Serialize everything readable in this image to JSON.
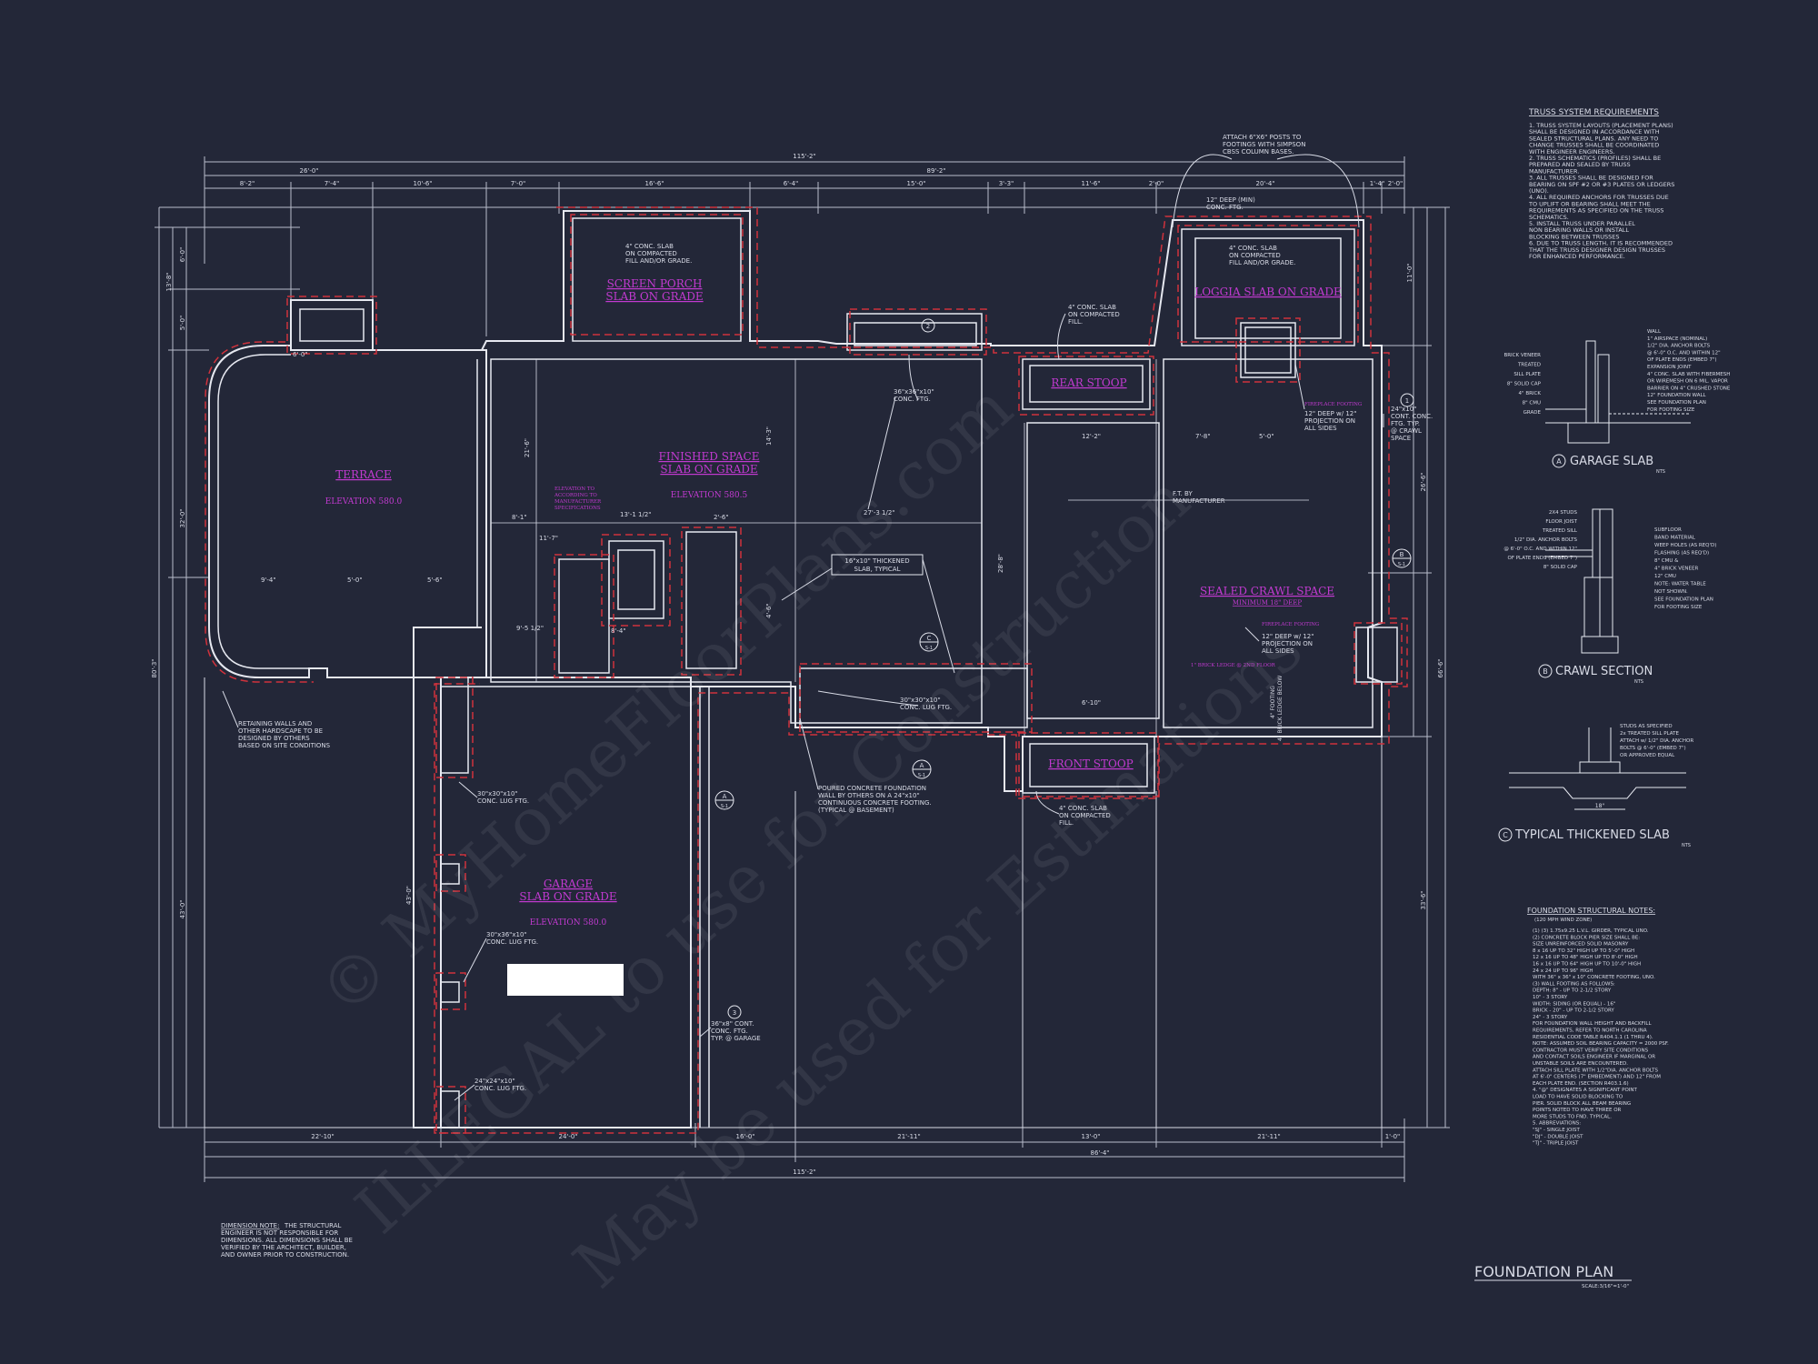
{
  "plan": {
    "title": "FOUNDATION PLAN",
    "scale": "SCALE:3/16\"=1'-0\""
  },
  "rooms": {
    "terrace": "TERRACE",
    "terrace_elev": "ELEVATION 580.0",
    "screen_porch_1": "SCREEN PORCH",
    "screen_porch_2": "SLAB ON GRADE",
    "finished_1": "FINISHED SPACE",
    "finished_2": "SLAB ON GRADE",
    "finished_elev": "ELEVATION 580.5",
    "loggia": "LOGGIA SLAB ON GRADE",
    "rear_stoop": "REAR STOOP",
    "crawl_1": "SEALED CRAWL SPACE",
    "crawl_2": "MINIMUM 18\" DEEP",
    "garage_1": "GARAGE",
    "garage_2": "SLAB ON GRADE",
    "garage_elev": "ELEVATION 580.0",
    "front_stoop": "FRONT STOOP"
  },
  "notes": {
    "conc_slab_1": "4\" CONC. SLAB",
    "conc_slab_2": "ON COMPACTED",
    "conc_slab_3": "FILL AND/OR GRADE.",
    "loggia_slab_1": "4\" CONC. SLAB",
    "loggia_slab_2": "ON COMPACTED",
    "loggia_slab_3": "FILL AND/OR GRADE.",
    "rear_slab_1": "4\" CONC. SLAB",
    "rear_slab_2": "ON COMPACTED",
    "rear_slab_3": "FILL.",
    "attach_1": "ATTACH 6\"X6\" POSTS TO",
    "attach_2": "FOOTINGS WITH SIMPSON",
    "attach_3": "CBSS COLUMN BASES.",
    "deep_1": "12\" DEEP (MIN)",
    "deep_2": "CONC. FTG.",
    "ftg_center_1": "36\"x36\"x10\"",
    "ftg_center_2": "CONC. FTG.",
    "fireplace": "FIREPLACE FOOTING",
    "proj_1": "12\" DEEP w/ 12\"",
    "proj_2": "PROJECTION ON",
    "proj_3": "ALL SIDES",
    "cont_1": "24\"x10\"",
    "cont_2": "CONT. CONC.",
    "cont_3": "FTG. TYP.",
    "cont_4": "@ CRAWL",
    "cont_5": "SPACE",
    "ft_by_1": "F.T. BY",
    "ft_by_2": "MANUFACTURER",
    "thick_1": "16\"x10\" THICKENED",
    "thick_2": "SLAB, TYPICAL",
    "fp2": "FIREPLACE FOOTING",
    "proj2_1": "12\" DEEP w/ 12\"",
    "proj2_2": "PROJECTION ON",
    "proj2_3": "ALL SIDES",
    "lug_c_1": "30\"x30\"x10\"",
    "lug_c_2": "CONC. LUG FTG.",
    "poured_1": "POURED CONCRETE FOUNDATION",
    "poured_2": "WALL BY OTHERS ON A 24\"x10\"",
    "poured_3": "CONTINUOUS CONCRETE FOOTING.",
    "poured_4": "(TYPICAL @ BASEMENT)",
    "front_slab_1": "4\" CONC. SLAB",
    "front_slab_2": "ON COMPACTED",
    "front_slab_3": "FILL.",
    "retain_1": "RETAINING WALLS AND",
    "retain_2": "OTHER HARDSCAPE TO BE",
    "retain_3": "DESIGNED BY OTHERS",
    "retain_4": "BASED ON SITE CONDITIONS",
    "lug1_1": "30\"x30\"x10\"",
    "lug1_2": "CONC. LUG FTG.",
    "lug2_1": "30\"x36\"x10\"",
    "lug2_2": "CONC. LUG FTG.",
    "lug3_1": "24\"x24\"x10\"",
    "lug3_2": "CONC. LUG FTG.",
    "gar_1": "36\"x8\" CONT.",
    "gar_2": "CONC. FTG.",
    "gar_3": "TYP. @ GARAGE",
    "elev_mag_1": "ELEVATION TO",
    "elev_mag_2": "ACCORDING TO",
    "elev_mag_3": "MANUFACTURER",
    "elev_mag_4": "SPECIFICATIONS",
    "brick_ledge": "1\" BRICK LEDGE @ 2ND FLOOR",
    "side_1": "4\" FOOTING",
    "side_2": "4\" BRICK LEDGE BELOW"
  },
  "dims": {
    "overall": "115'-2\"",
    "top_a": "26'-0\"",
    "top_b": "89'-2\"",
    "seg_1": "8'-2\"",
    "seg_2": "7'-4\"",
    "seg_3": "10'-6\"",
    "seg_4": "7'-0\"",
    "seg_5": "16'-6\"",
    "seg_6": "6'-4\"",
    "seg_7": "15'-0\"",
    "seg_8": "3'-3\"",
    "seg_9": "11'-6\"",
    "seg_10": "2'-0\"",
    "seg_11": "20'-4\"",
    "seg_12": "1'-4\"",
    "seg_13": "2'-0\"",
    "bot_1": "22'-10\"",
    "bot_2": "24'-0\"",
    "bot_3": "16'-0\"",
    "bot_4": "21'-11\"",
    "bot_5": "13'-0\"",
    "bot_6": "21'-11\"",
    "bot_7": "1'-0\"",
    "bot_overall_a": "86'-4\"",
    "bot_overall_b": "115'-2\"",
    "left_overall": "80'-3\"",
    "left_1": "6'-0\"",
    "left_2": "13'-8\"",
    "left_3": "5'-0\"",
    "left_4": "32'-0\"",
    "left_5": "43'-0\"",
    "right_overall": "66'-6\"",
    "right_1": "11'-0\"",
    "right_2": "26'-6\"",
    "right_3": "33'-6\"",
    "in_1": "21'-6\"",
    "in_2": "27'-3 1/2\"",
    "in_3": "13'-1 1/2\"",
    "in_4": "8'-1\"",
    "in_5": "2'-6\"",
    "in_6": "11'-7\"",
    "in_7": "9'-5 1/2\"",
    "in_8": "8'-4\"",
    "in_9": "6'-10\"",
    "in_10": "12'-2\"",
    "in_11": "7'-8\"",
    "in_12": "5'-0\"",
    "in_13": "6'-0\"",
    "in_14": "9'-4\"",
    "in_15": "5'-0\"",
    "in_16": "5'-6\"",
    "in_17": "28'-8\"",
    "in_18": "43'-0\"",
    "in_19": "14'-3\"",
    "in_20": "4'-6\""
  },
  "truss": {
    "title": "TRUSS SYSTEM REQUIREMENTS",
    "lines": [
      "1. TRUSS SYSTEM LAYOUTS (PLACEMENT PLANS)",
      "SHALL BE DESIGNED IN ACCORDANCE WITH",
      "SEALED STRUCTURAL PLANS. ANY NEED TO",
      "CHANGE TRUSSES SHALL BE COORDINATED",
      "WITH ENGINEER ENGINEERS.",
      "2. TRUSS SCHEMATICS (PROFILES) SHALL BE",
      "PREPARED AND SEALED BY TRUSS",
      "MANUFACTURER.",
      "3. ALL TRUSSES SHALL BE DESIGNED FOR",
      "BEARING ON SPF #2 OR #3 PLATES OR LEDGERS",
      "(UNO).",
      "4. ALL REQUIRED ANCHORS FOR TRUSSES DUE",
      "TO UPLIFT OR BEARING SHALL MEET THE",
      "REQUIREMENTS AS SPECIFIED ON THE TRUSS",
      "SCHEMATICS.",
      "5. INSTALL TRUSS UNDER PARALLEL",
      "NON BEARING WALLS OR INSTALL",
      "BLOCKING BETWEEN TRUSSES",
      "6. DUE TO TRUSS LENGTH, IT IS RECOMMENDED",
      "THAT THE TRUSS DESIGNER DESIGN TRUSSES",
      "FOR ENHANCED PERFORMANCE."
    ]
  },
  "details": {
    "a_title": "GARAGE SLAB",
    "a_letter": "A",
    "a_nts": "NTS",
    "a_left": [
      "BRICK VENEER",
      "TREATED",
      "SILL PLATE",
      "8\" SOLID CAP",
      "4\" BRICK",
      "8\" CMU",
      "GRADE"
    ],
    "a_right": [
      "WALL",
      "1\" AIRSPACE (NOMINAL)",
      "1/2\" DIA. ANCHOR BOLTS",
      "@ 6'-0\" O.C. AND WITHIN 12\"",
      "OF PLATE ENDS (EMBED 7\")",
      "EXPANSION JOINT",
      "4\" CONC. SLAB WITH FIBERMESH",
      "OR WIREMESH ON 6 MIL. VAPOR",
      "BARRIER ON 4\" CRUSHED STONE",
      "12\" FOUNDATION WALL",
      "SEE FOUNDATION PLAN",
      "FOR FOOTING SIZE"
    ],
    "b_title": "CRAWL SECTION",
    "b_letter": "B",
    "b_nts": "NTS",
    "b_left": [
      "2X4 STUDS",
      "FLOOR JOIST",
      "TREATED SILL",
      "1/2\" DIA. ANCHOR BOLTS",
      "@ 6'-0\" O.C. AND WITHIN 12\"",
      "OF PLATE ENDS (EMBED 7\")",
      "8\" SOLID CAP"
    ],
    "b_right": [
      "SUBFLOOR",
      "BAND MATERIAL",
      "WEEP HOLES (AS REQ'D)",
      "FLASHING (AS REQ'D)",
      "8\" CMU &",
      "4\" BRICK VENEER",
      "12\" CMU",
      "NOTE: WATER TABLE",
      "NOT SHOWN.",
      "SEE FOUNDATION PLAN",
      "FOR FOOTING SIZE"
    ],
    "c_title": "TYPICAL THICKENED SLAB",
    "c_letter": "C",
    "c_nts": "NTS",
    "c_right": [
      "STUDS AS SPECIFIED",
      "2x TREATED SILL PLATE",
      "ATTACH w/ 1/2\" DIA. ANCHOR",
      "BOLTS @ 6'-0\" (EMBED 7\")",
      "OR APPROVED EQUAL"
    ],
    "c_dim": "18\""
  },
  "structural": {
    "title": "FOUNDATION STRUCTURAL NOTES:",
    "sub": "(120 MPH WIND ZONE)",
    "lines": [
      "(1) (3) 1.75x9.25 L.V.L. GIRDER, TYPICAL UNO.",
      "(2) CONCRETE BLOCK PIER SIZE SHALL BE:",
      "SIZE  UNREINFORCED SOLID MASONRY",
      "8 x 16   UP TO 32\" HIGH   UP TO 5'-0\" HIGH",
      "12 x 16  UP TO 48\" HIGH   UP TO 8'-0\" HIGH",
      "16 x 16  UP TO 64\" HIGH   UP TO 10'-0\" HIGH",
      "24 x 24  UP TO 96\" HIGH",
      "WITH 36\" x 36\" x 10\" CONCRETE FOOTING, UNO.",
      "(3) WALL FOOTING AS FOLLOWS:",
      "DEPTH:  8\" - UP TO 2-1/2 STORY",
      "10\" - 3 STORY",
      "WIDTH:  SIDING (OR EQUAL) - 16\"",
      "BRICK - 20\" - UP TO 2-1/2 STORY",
      "24\" - 3 STORY",
      "FOR FOUNDATION WALL HEIGHT AND BACKFILL",
      "REQUIREMENTS, REFER TO NORTH CAROLINA",
      "RESIDENTIAL CODE TABLE R404.1.1 (1 THRU 4).",
      "NOTE: ASSUMED SOIL BEARING CAPACITY = 2000 PSF.",
      "CONTRACTOR MUST VERIFY SITE CONDITIONS",
      "AND CONTACT SOILS ENGINEER IF MARGINAL OR",
      "UNSTABLE SOILS ARE ENCOUNTERED.",
      "ATTACH SILL PLATE WITH 1/2\"DIA. ANCHOR BOLTS",
      "AT 6'-0\" CENTERS (7\" EMBEDMENT) AND 12\" FROM",
      "EACH PLATE END. (SECTION R403.1.6)",
      "4. \"@\" DESIGNATES A SIGNIFICANT POINT",
      "LOAD TO HAVE SOLID BLOCKING TO",
      "PIER. SOLID BLOCK ALL BEAM BEARING",
      "POINTS NOTED TO HAVE THREE OR",
      "MORE STUDS TO FND. TYPICAL.",
      "5. ABBREVIATIONS:",
      "\"SJ\" - SINGLE JOIST",
      "\"DJ\" - DOUBLE JOIST",
      "\"TJ\" - TRIPLE JOIST"
    ]
  },
  "dimension_note": {
    "head": "DIMENSION NOTE:",
    "lines": [
      " THE STRUCTURAL",
      "ENGINEER IS NOT RESPONSIBLE FOR",
      "DIMENSIONS. ALL DIMENSIONS SHALL BE",
      "VERIFIED BY THE ARCHITECT, BUILDER,",
      "AND OWNER PRIOR TO CONSTRUCTION."
    ]
  },
  "markers": {
    "m1": "1",
    "m2": "2",
    "m3": "3",
    "sec_a": "A",
    "sec_a_sub": "S-1",
    "sec_b": "B",
    "sec_b_sub": "S-1",
    "sec_c": "C",
    "sec_c_sub": "S-1",
    "sec_a2": "A",
    "sec_a2_sub": "S-1"
  },
  "watermark": {
    "line1": "© MyHomeFloorPlans.com",
    "line2": "ILLEGAL to use for Construction",
    "line3": "May be used for Estimations"
  },
  "colors": {
    "background": "#232738",
    "lines": "#e6e8f0",
    "footing_dash": "#d0323c",
    "label_magenta": "#c23ad1"
  }
}
